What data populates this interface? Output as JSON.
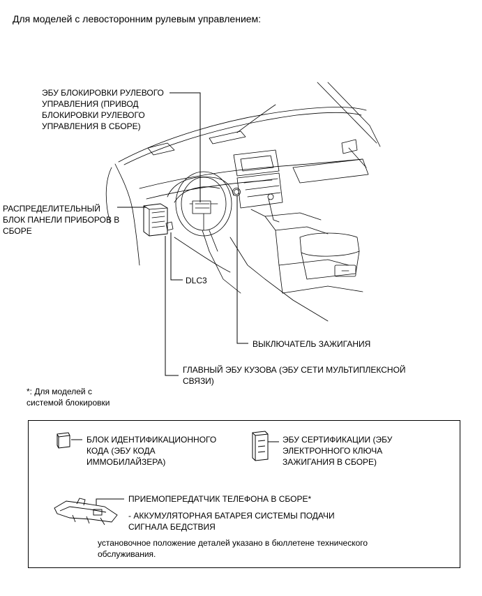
{
  "header": "Для моделей с левосторонним рулевым управлением:",
  "labels": {
    "steering_lock_ecu": "ЭБУ БЛОКИРОВКИ РУЛЕВОГО\nУПРАВЛЕНИЯ (ПРИВОД\nБЛОКИРОВКИ РУЛЕВОГО\nУПРАВЛЕНИЯ В СБОРЕ)",
    "instrument_panel_junction_block": "РАСПРЕДЕЛИТЕЛЬНЫЙ\nБЛОК ПАНЕЛИ ПРИБОРОВ В\nСБОРЕ",
    "dlc3": "DLC3",
    "ignition_switch": "ВЫКЛЮЧАТЕЛЬ ЗАЖИГАНИЯ",
    "main_body_ecu": "ГЛАВНЫЙ ЭБУ КУЗОВА (ЭБУ СЕТИ МУЛЬТИПЛЕКСНОЙ\nСВЯЗИ)"
  },
  "footnote": "*: Для моделей с\nсистемой блокировки",
  "legend": {
    "id_code_box": "БЛОК ИДЕНТИФИКАЦИОННОГО\nКОДА (ЭБУ КОДА\nИММОБИЛАЙЗЕРА)",
    "certification_ecu": "ЭБУ СЕРТИФИКАЦИИ (ЭБУ\nЭЛЕКТРОННОГО КЛЮЧА\nЗАЖИГАНИЯ В СБОРЕ)",
    "telephone_transceiver": "ПРИЕМОПЕРЕДАТЧИК ТЕЛЕФОНА В СБОРЕ*",
    "battery_note": "- АККУМУЛЯТОРНАЯ БАТАРЕЯ СИСТЕМЫ ПОДАЧИ\nСИГНАЛА БЕДСТВИЯ",
    "install_note": "установочное положение деталей указано в бюллетене технического\nобслуживания."
  }
}
